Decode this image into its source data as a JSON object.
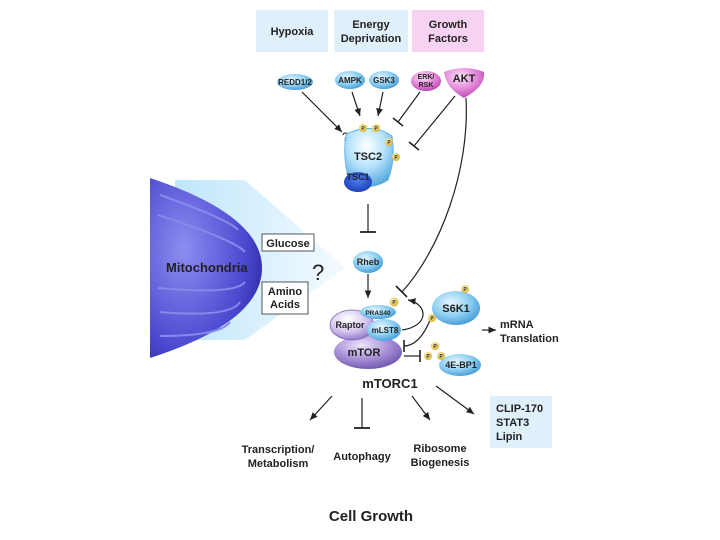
{
  "header_boxes": {
    "hypoxia": "Hypoxia",
    "energy_line1": "Energy",
    "energy_line2": "Deprivation",
    "growth_line1": "Growth",
    "growth_line2": "Factors"
  },
  "nodes": {
    "redd": "REDD1/2",
    "ampk": "AMPK",
    "gsk3": "GSK3",
    "erk_line1": "ERK/",
    "erk_line2": "RSK",
    "akt": "AKT",
    "tsc2": "TSC2",
    "tsc1": "TSC1",
    "rheb": "Rheb",
    "pras40": "PRAS40",
    "raptor": "Raptor",
    "mlst8": "mLST8",
    "mtor": "mTOR",
    "mtorc1": "mTORC1",
    "s6k1": "S6K1",
    "ebp": "4E-BP1"
  },
  "labels": {
    "mitochondria": "Mitochondria",
    "glucose": "Glucose",
    "amino_line1": "Amino",
    "amino_line2": "Acids",
    "question": "?",
    "mrna_line1": "mRNA",
    "mrna_line2": "Translation",
    "clip_line1": "CLIP-170",
    "clip_line2": "STAT3",
    "clip_line3": "Lipin",
    "transcription_line1": "Transcription/",
    "transcription_line2": "Metabolism",
    "autophagy": "Autophagy",
    "ribosome_line1": "Ribosome",
    "ribosome_line2": "Biogenesis",
    "phospho": "P",
    "cell_growth": "Cell Growth"
  },
  "colors": {
    "box_blue": "#dff0fb",
    "box_pink": "#f7d2f2",
    "node_blue": "#7cc4ee",
    "node_pink": "#e27ad8",
    "phospho": "#e8c63a",
    "mito": "#4747c8",
    "mtor_purple": "#9c85cc"
  }
}
